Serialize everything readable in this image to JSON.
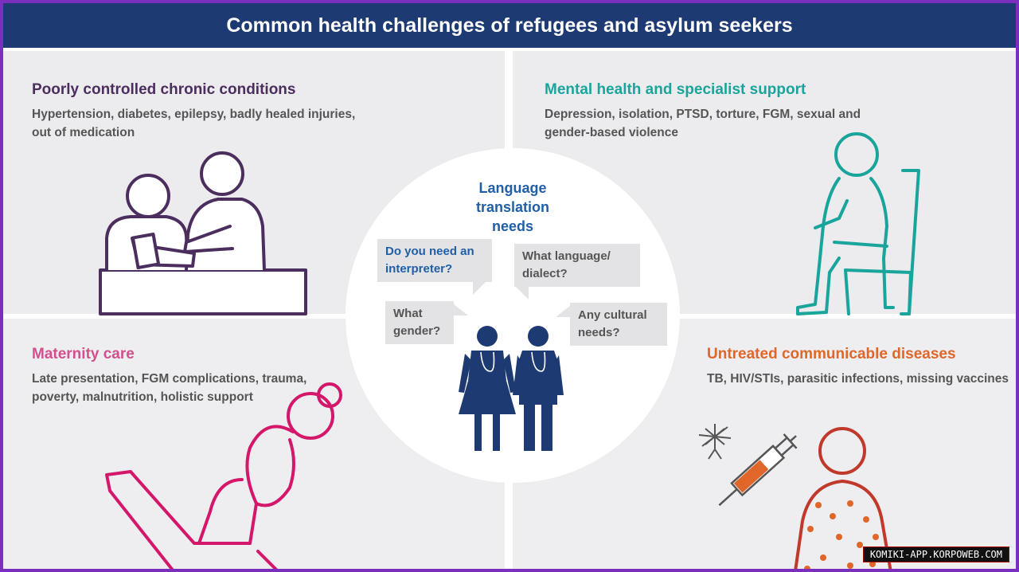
{
  "title": "Common health challenges of refugees and asylum seekers",
  "quadrants": {
    "chronic": {
      "title": "Poorly controlled chronic conditions",
      "description": "Hypertension, diabetes, epilepsy, badly healed injuries, out of medication",
      "color": "#4b2e5e",
      "icon": "doctor-patient-icon"
    },
    "mental": {
      "title": "Mental health and specialist support",
      "description": "Depression, isolation, PTSD, torture, FGM, sexual and gender-based violence",
      "color": "#1aa59c",
      "icon": "seated-person-icon"
    },
    "maternity": {
      "title": "Maternity care",
      "description": "Late presentation, FGM complications, trauma, poverty, malnutrition, holistic support",
      "color": "#d2508d",
      "icon": "pregnant-woman-icon"
    },
    "communicable": {
      "title": "Untreated communicable diseases",
      "description": "TB, HIV/STIs, parasitic infections, missing vaccines",
      "color": "#e0662a",
      "icon": "mosquito-syringe-icon"
    }
  },
  "center": {
    "title": "Language translation needs",
    "color": "#1f5fa8",
    "bubbles": {
      "interpreter": "Do you need an interpreter?",
      "language": "What language/ dialect?",
      "gender": "What gender?",
      "cultural": "Any cultural needs?"
    },
    "icon": "clinicians-icon"
  },
  "watermark": "KOMIKI-APP.KORPOWEB.COM"
}
